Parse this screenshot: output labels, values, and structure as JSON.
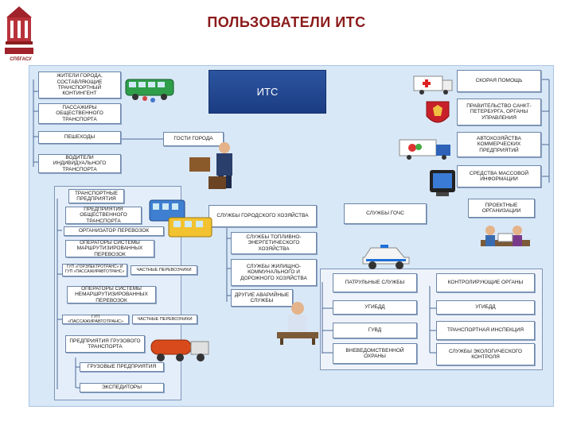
{
  "title": "ПОЛЬЗОВАТЕЛИ ИТС",
  "logo_text": "СПбГАСУ",
  "center": "ИТС",
  "left": {
    "residents": "ЖИТЕЛИ ГОРОДА, СОСТАВЛЯЮЩИЕ ТРАНСПОРТНЫЙ КОНТИНГЕНТ",
    "passengers": "ПАССАЖИРЫ ОБЩЕСТВЕННОГО ТРАНСПОРТА",
    "pedestrians": "ПЕШЕХОДЫ",
    "drivers": "ВОДИТЕЛИ ИНДИВИДУАЛЬНОГО ТРАНСПОРТА",
    "guests": "ГОСТИ ГОРОДА"
  },
  "transport": {
    "header": "ТРАНСПОРТНЫЕ ПРЕДПРИЯТИЯ",
    "public": "ПРЕДПРИЯТИЯ ОБЩЕСТВЕННОГО ТРАНСПОРТА",
    "organizer": "ОРГАНИЗАТОР ПЕРЕВОЗОК",
    "route_ops": "ОПЕРАТОРЫ СИСТЕМЫ МАРШРУТИЗИРОВАННЫХ ПЕРЕВОЗОК",
    "gup1": "ГУП «ГОРЭЛЕКТРОТРАНС» И ГУП «ПАССАЖИРАВТОТРАНС»",
    "private1": "ЧАСТНЫЕ ПЕРЕВОЗЧИКИ",
    "nonroute_ops": "ОПЕРАТОРЫ СИСТЕМЫ НЕМАРШРУТИЗИРОВАННЫХ ПЕРЕВОЗОК",
    "gup2": "ГУП «ПАССАЖИРАВТОТРАНС»",
    "private2": "ЧАСТНЫЕ ПЕРЕВОЗЧИКИ",
    "cargo": "ПРЕДПРИЯТИЯ ГРУЗОВОГО ТРАНСПОРТА",
    "cargo_ent": "ГРУЗОВЫЕ ПРЕДПРИЯТИЯ",
    "forwarders": "ЭКСПЕДИТОРЫ"
  },
  "city": {
    "services": "СЛУЖБЫ ГОРОДСКОГО ХОЗЯЙСТВА",
    "fuel": "СЛУЖБЫ ТОПЛИВНО-ЭНЕРГЕТИЧЕСКОГО ХОЗЯЙСТВА",
    "housing": "СЛУЖБЫ ЖИЛИЩНО-КОММУНАЛЬНОГО И ДОРОЖНОГО ХОЗЯЙСТВА",
    "emergency": "ДРУГИЕ АВАРИЙНЫЕ СЛУЖБЫ"
  },
  "gochs": {
    "header": "СЛУЖБЫ ГОЧС",
    "patrol": "ПАТРУЛЬНЫЕ СЛУЖБЫ",
    "ugibdd": "УГИБДД",
    "guvd": "ГУВД",
    "security": "ВНЕВЕДОМСТВЕННОЙ ОХРАНЫ"
  },
  "right": {
    "ambulance": "СКОРАЯ ПОМОЩЬ",
    "government": "ПРАВИТЕЛЬСТВО САНКТ-ПЕТЕРБУРГА, ОРГАНЫ УПРАВЛЕНИЯ",
    "auto": "АВТОХОЗЯЙСТВА КОММЕРЧЕСКИХ ПРЕДПРИЯТИЙ",
    "media": "СРЕДСТВА МАССОВОЙ ИНФОРМАЦИИ",
    "design": "ПРОЕКТНЫЕ ОРГАНИЗАЦИИ",
    "control": "КОНТРОЛИРУЮЩИЕ ОРГАНЫ",
    "ugibdd": "УГИБДД",
    "inspection": "ТРАНСПОРТНАЯ ИНСПЕКЦИЯ",
    "eco": "СЛУЖБЫ ЭКОЛОГИЧЕСКОГО КОНТРОЛЯ"
  },
  "colors": {
    "title": "#8b1a1a",
    "panel": "#d9e8f7",
    "its": "#1b3c82",
    "line": "#4a6a96"
  }
}
